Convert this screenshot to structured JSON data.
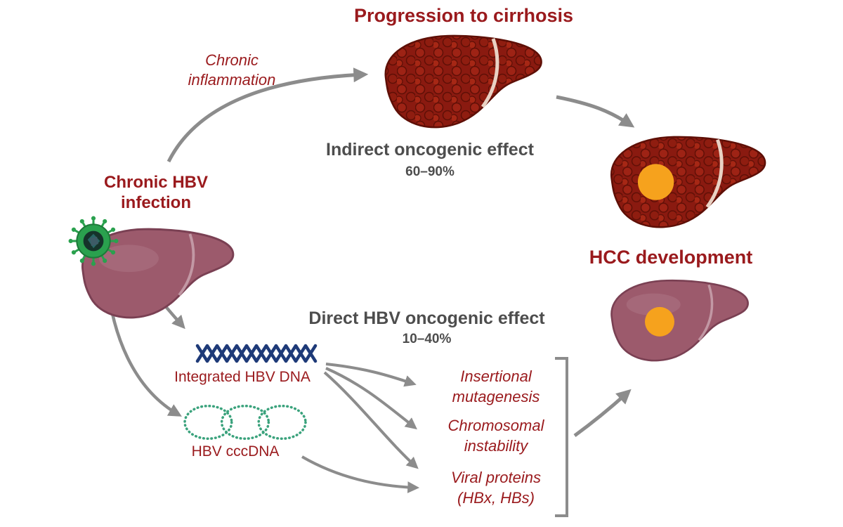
{
  "diagram": {
    "title_cirrhosis": "Progression to cirrhosis",
    "chronic_inflammation": "Chronic inflammation",
    "indirect_effect": "Indirect oncogenic effect",
    "indirect_rate": "60–90%",
    "chronic_hbv_infection": "Chronic HBV infection",
    "hcc_development": "HCC development",
    "direct_effect": "Direct HBV oncogenic effect",
    "direct_rate": "10–40%",
    "integrated_hbv_dna_label": "Integrated HBV DNA",
    "hbv_cccdna_label": "HBV cccDNA",
    "mechanisms": [
      {
        "label": "Insertional mutagenesis"
      },
      {
        "label": "Chromosomal instability"
      },
      {
        "label": "Viral proteins (HBx, HBs)"
      }
    ]
  },
  "icons": {
    "virion": "hbv-virus-icon",
    "integrated_dna": "integrated-hbv-dna-helix-icon",
    "cccdna": "hbv-cccdna-rings-icon",
    "tumor": "tumor-nodule-dot"
  },
  "colors": {
    "dark_red_text": "#9a1a1d",
    "gray_text": "#4d4d4d",
    "arrow_gray": "#8c8c8c",
    "cirrhotic_liver_red": "#8a1a10",
    "healthy_liver_mauve": "#9c5a6c",
    "tumor_orange": "#f6a21d",
    "dna_navy": "#1e3a78",
    "cccdna_green": "#3aa27c",
    "virus_green": "#2aa14e"
  }
}
